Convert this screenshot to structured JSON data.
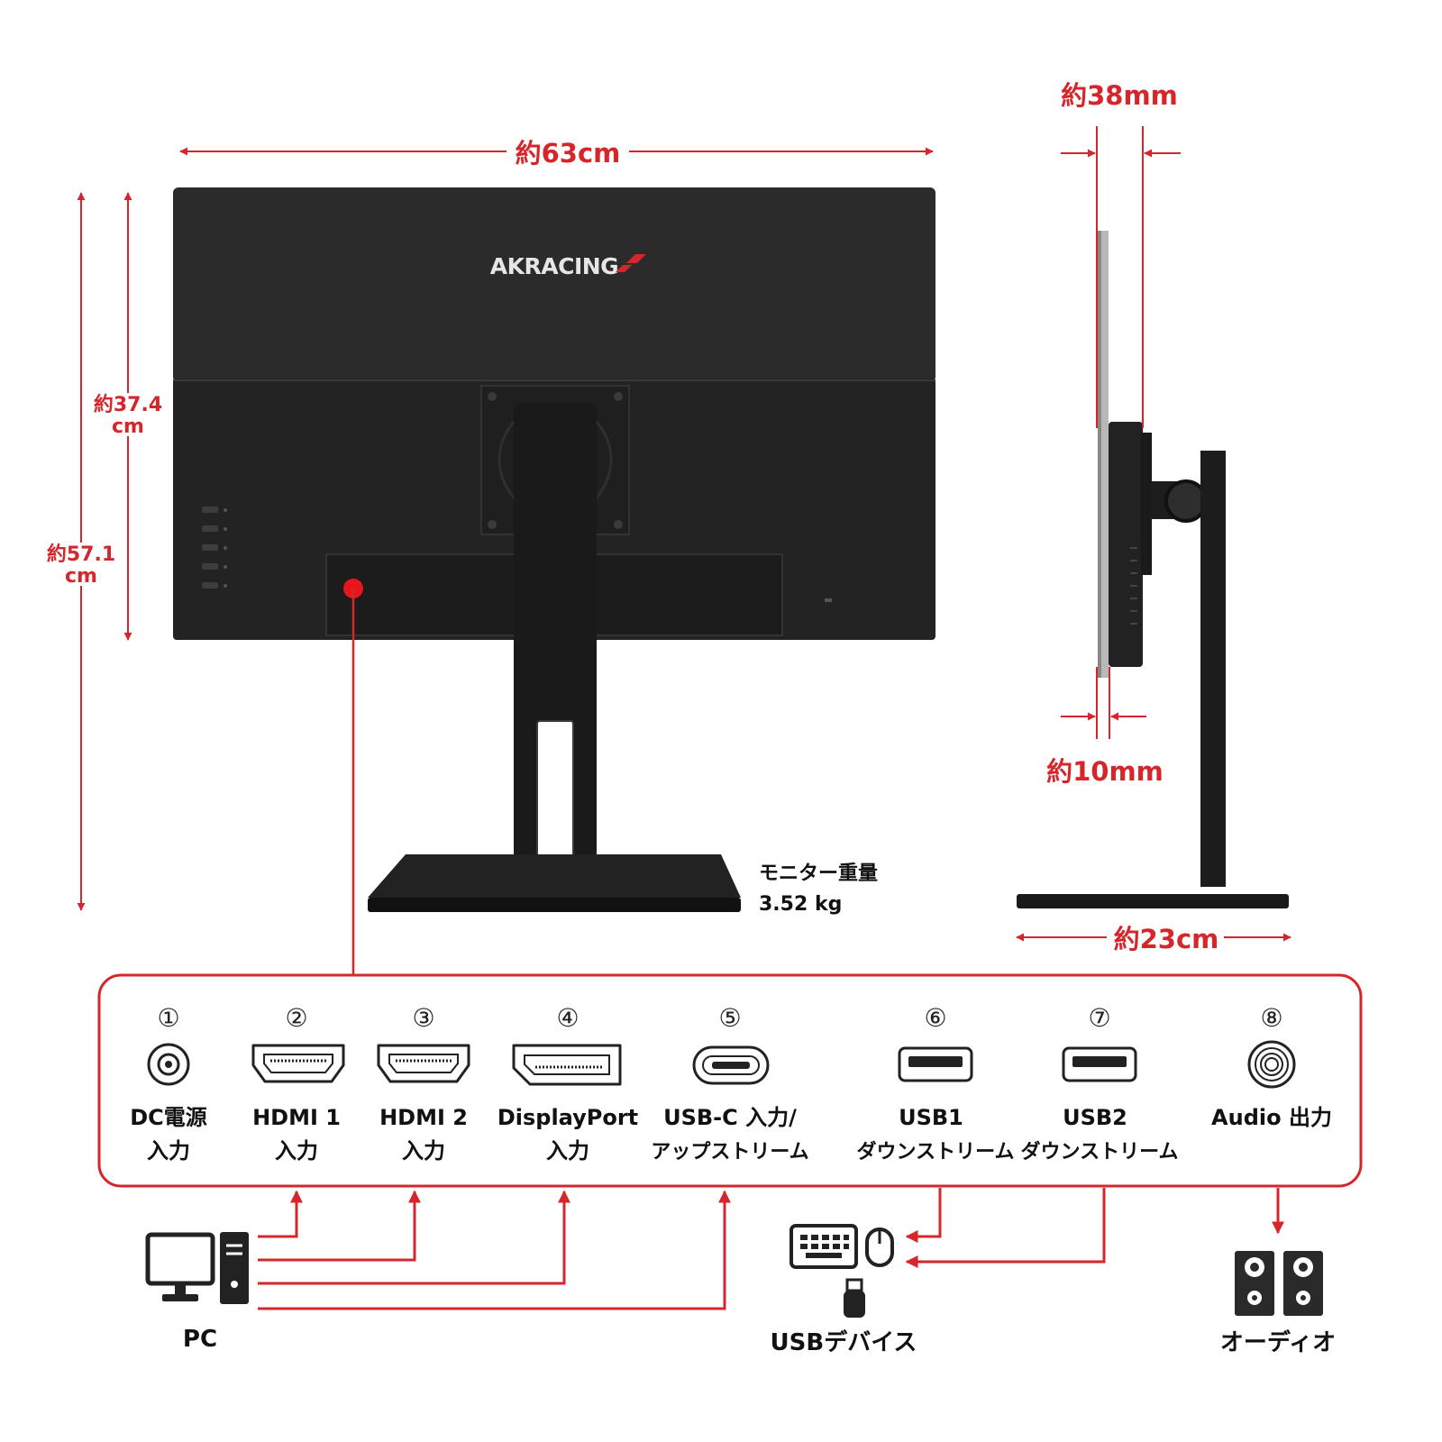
{
  "logo": "AKRACING",
  "dimensions": {
    "width": "約63cm",
    "height_panel_a": "約37.4",
    "height_panel_b": "cm",
    "height_total_a": "約57.1",
    "height_total_b": "cm",
    "depth_panel": "約38mm",
    "bezel": "約10mm",
    "base_depth": "約23cm"
  },
  "weight": {
    "label": "モニター重量",
    "value": "3.52 kg"
  },
  "ports": [
    {
      "num": "①",
      "icon": "dc-power-jack-icon",
      "line1": "DC電源",
      "line2": "入力"
    },
    {
      "num": "②",
      "icon": "hdmi-port-icon",
      "line1": "HDMI 1",
      "line2": "入力"
    },
    {
      "num": "③",
      "icon": "hdmi-port-icon",
      "line1": "HDMI 2",
      "line2": "入力"
    },
    {
      "num": "④",
      "icon": "displayport-icon",
      "line1": "DisplayPort",
      "line2": "入力"
    },
    {
      "num": "⑤",
      "icon": "usb-c-port-icon",
      "line1": "USB-C 入力/",
      "line2": "アップストリーム"
    },
    {
      "num": "⑥",
      "icon": "usb-a-port-icon",
      "line1": "USB1",
      "line2": "ダウンストリーム"
    },
    {
      "num": "⑦",
      "icon": "usb-a-port-icon",
      "line1": "USB2",
      "line2": "ダウンストリーム"
    },
    {
      "num": "⑧",
      "icon": "audio-jack-icon",
      "line1": "Audio 出力",
      "line2": ""
    }
  ],
  "devices": {
    "pc": {
      "label": "PC",
      "icon": "pc-icon"
    },
    "usb": {
      "label": "USBデバイス",
      "icon": "keyboard-mouse-icon"
    },
    "audio": {
      "label": "オーディオ",
      "icon": "speaker-icon"
    }
  },
  "colors": {
    "accent": "#d6262b",
    "monitor": "#2a2a2a",
    "text": "#111111"
  }
}
